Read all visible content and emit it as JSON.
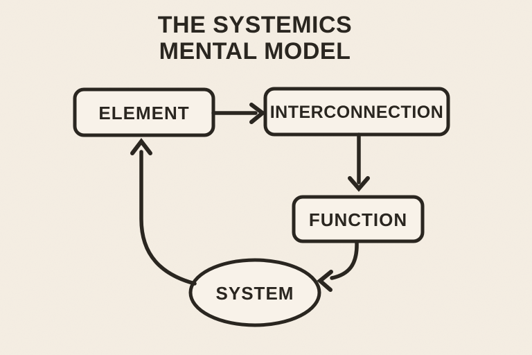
{
  "title": {
    "line1": "THE SYSTEMICS",
    "line2": "MENTAL MODEL"
  },
  "nodes": {
    "element": {
      "label": "ELEMENT",
      "shape": "rounded-rectangle"
    },
    "interconnection": {
      "label": "INTERCONNECTION",
      "shape": "rounded-rectangle"
    },
    "function": {
      "label": "FUNCTION",
      "shape": "rounded-rectangle"
    },
    "system": {
      "label": "SYSTEM",
      "shape": "ellipse"
    }
  },
  "edges": [
    {
      "name": "element-to-interconnection",
      "from": "ELEMENT",
      "to": "INTERCONNECTION",
      "style": "straight-right"
    },
    {
      "name": "interconnection-to-function",
      "from": "INTERCONNECTION",
      "to": "FUNCTION",
      "style": "straight-down"
    },
    {
      "name": "function-to-system",
      "from": "FUNCTION",
      "to": "SYSTEM",
      "style": "curved-left"
    },
    {
      "name": "system-to-element",
      "from": "SYSTEM",
      "to": "ELEMENT",
      "style": "curved-up"
    }
  ],
  "colors": {
    "background": "#f5eee3",
    "ink": "#2a2620",
    "node_fill": "#f8f2e9"
  }
}
